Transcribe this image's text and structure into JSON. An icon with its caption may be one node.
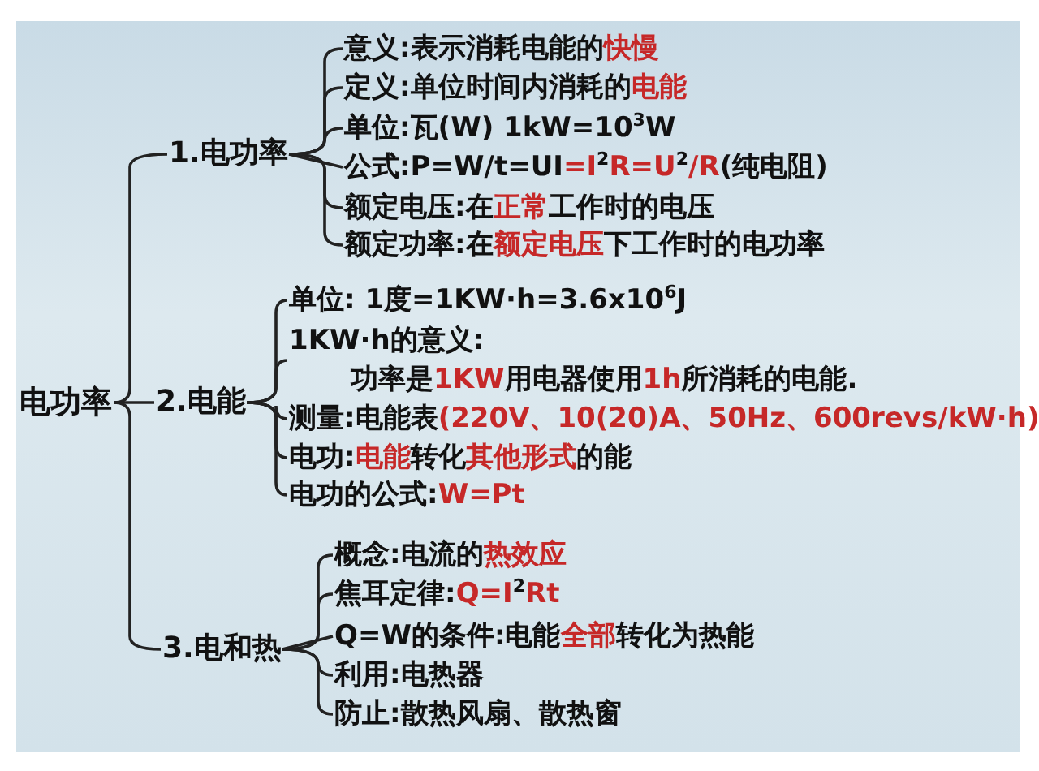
{
  "diagram": {
    "nodes": [
      {
        "text": [
          "电功率"
        ]
      },
      {
        "text": [
          "1.电功率"
        ]
      },
      {
        "text": [
          "意义:表示消耗电能的**快慢**"
        ]
      },
      {
        "text": [
          "定义:单位时间内消耗的**电能**"
        ]
      },
      {
        "text": [
          "单位:瓦(W)    1kW=10$^{3}$W"
        ]
      },
      {
        "text": [
          "公式:P=W/t=UI**=I**$^{2}$**R=U**$^{2}$**/R**(纯电阻)"
        ]
      },
      {
        "text": [
          "额定电压:在**正常**工作时的电压"
        ]
      },
      {
        "text": [
          "额定功率:在**额定电压**下工作时的电功率"
        ]
      },
      {
        "text": [
          "2.电能"
        ]
      },
      {
        "text": [
          "单位: 1度=1KW·h=3.6x10$^{6}$J"
        ]
      },
      {
        "text": [
          "1KW·h的意义:",
          "功率是**1KW**用电器使用**1h**所消耗的电能."
        ]
      },
      {
        "text": [
          "测量:电能表**(220V、10(20)A、50Hz、600revs/kW·h)**"
        ]
      },
      {
        "text": [
          "电功:**电能**转化**其他形式**的能"
        ]
      },
      {
        "text": [
          "电功的公式:**W=Pt**"
        ]
      },
      {
        "text": [
          "3.电和热"
        ]
      },
      {
        "text": [
          "概念:电流的**热效应**"
        ]
      },
      {
        "text": [
          "焦耳定律:**Q=I**$^{2}$**Rt**"
        ]
      },
      {
        "text": [
          "Q=W的条件:电能**全部**转化为热能"
        ]
      },
      {
        "text": [
          "利用:电热器"
        ]
      },
      {
        "text": [
          "防止:散热风扇、散热窗"
        ]
      }
    ],
    "edges": [
      {
        "from": 0,
        "to": 1,
        "arrow": "none"
      },
      {
        "from": 0,
        "to": 8,
        "arrow": "none"
      },
      {
        "from": 0,
        "to": 14,
        "arrow": "none"
      },
      {
        "from": 1,
        "to": 2,
        "arrow": "none"
      },
      {
        "from": 1,
        "to": 3,
        "arrow": "none"
      },
      {
        "from": 1,
        "to": 4,
        "arrow": "none"
      },
      {
        "from": 1,
        "to": 5,
        "arrow": "none"
      },
      {
        "from": 1,
        "to": 6,
        "arrow": "none"
      },
      {
        "from": 1,
        "to": 7,
        "arrow": "none"
      },
      {
        "from": 8,
        "to": 9,
        "arrow": "none"
      },
      {
        "from": 8,
        "to": 10,
        "arrow": "none"
      },
      {
        "from": 8,
        "to": 11,
        "arrow": "none"
      },
      {
        "from": 8,
        "to": 12,
        "arrow": "none"
      },
      {
        "from": 8,
        "to": 13,
        "arrow": "none"
      },
      {
        "from": 14,
        "to": 15,
        "arrow": "none"
      },
      {
        "from": 14,
        "to": 16,
        "arrow": "none"
      },
      {
        "from": 14,
        "to": 17,
        "arrow": "none"
      },
      {
        "from": 14,
        "to": 18,
        "arrow": "none"
      },
      {
        "from": 14,
        "to": 19,
        "arrow": "none"
      }
    ]
  }
}
